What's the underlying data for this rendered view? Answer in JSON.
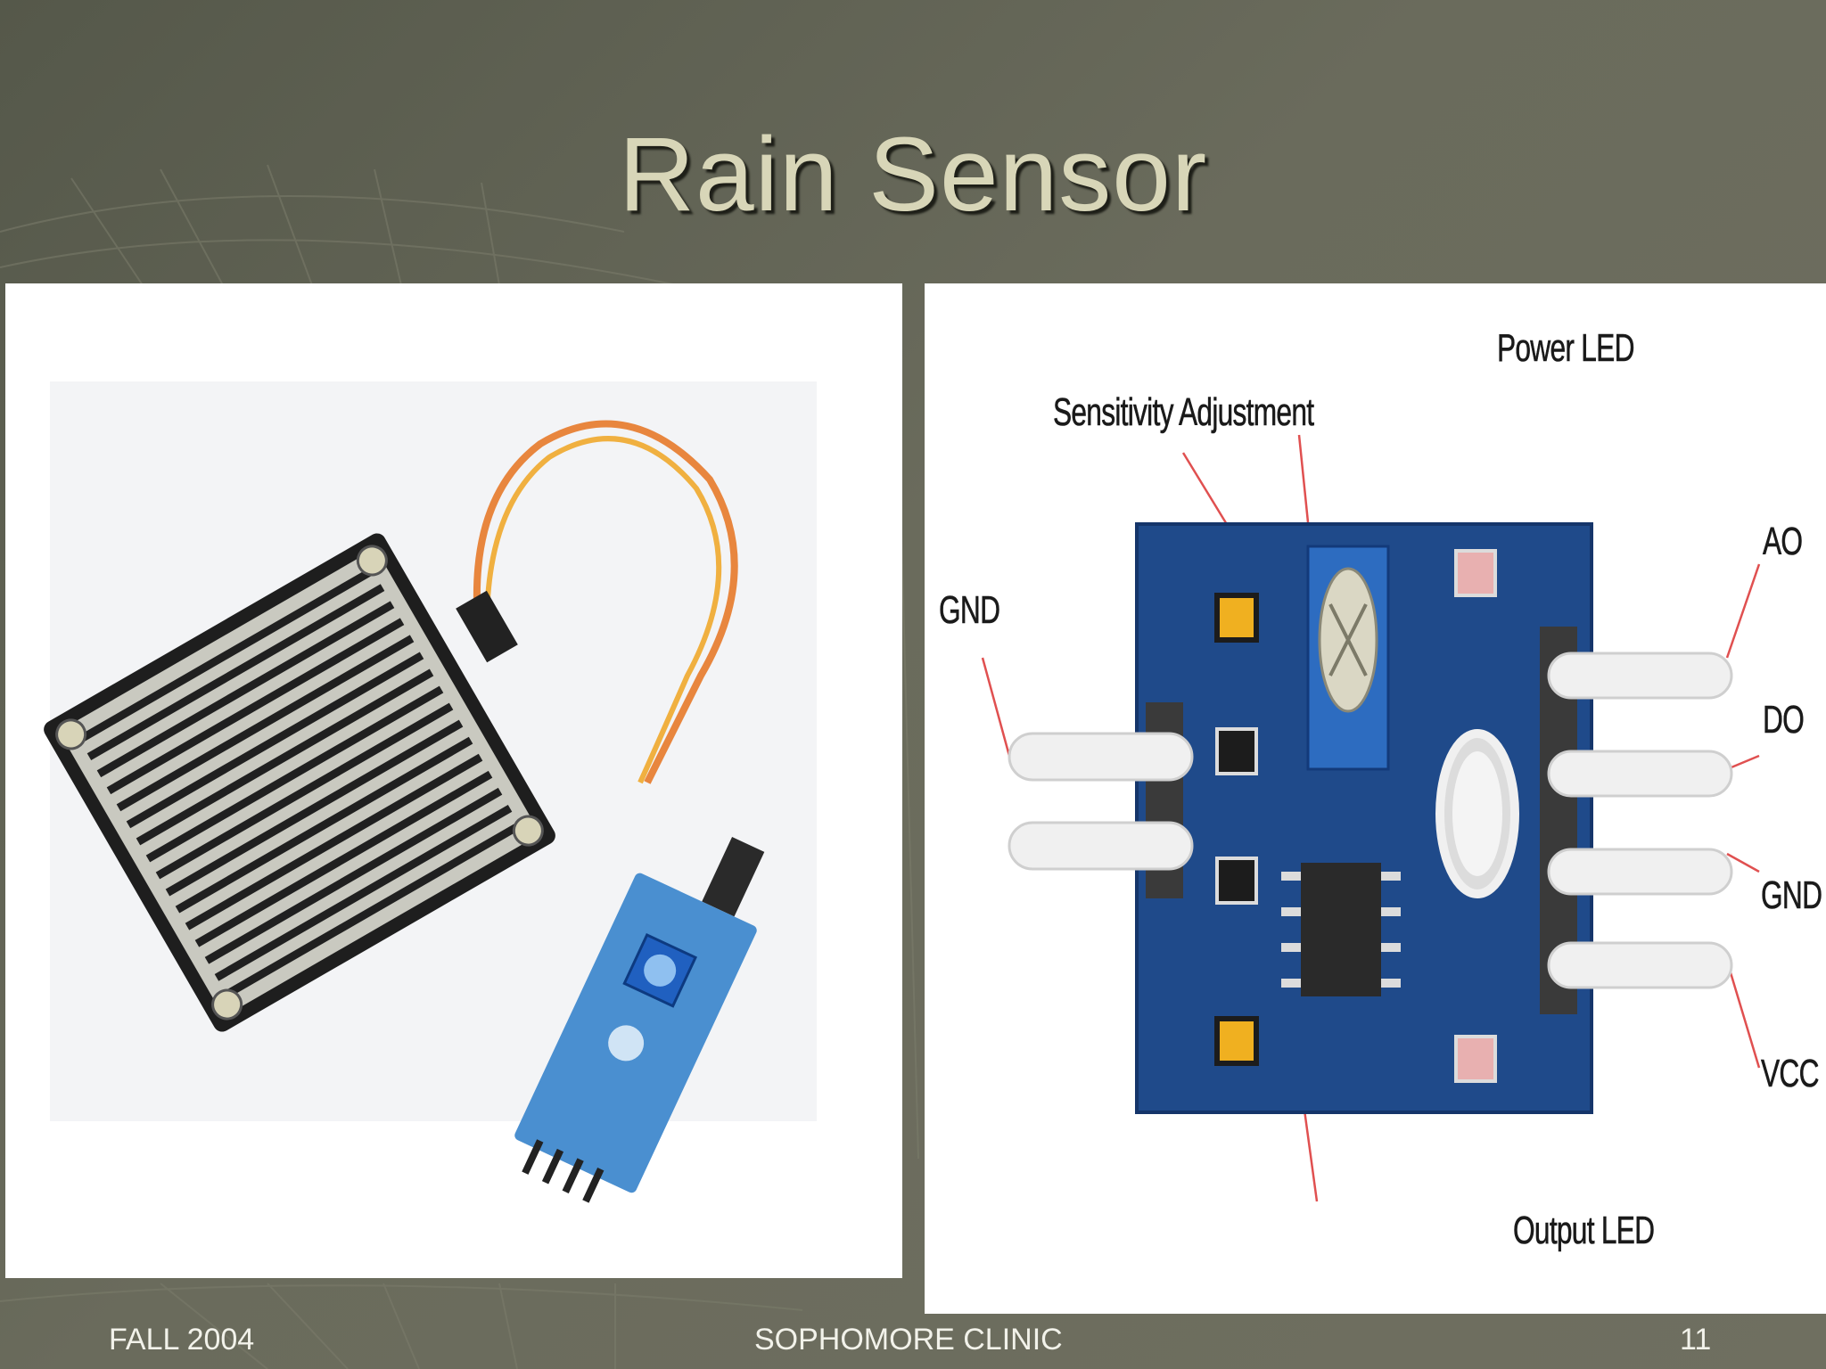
{
  "slide": {
    "title": "Rain Sensor",
    "footer_left": "FALL 2004",
    "footer_center": "SOPHOMORE CLINIC",
    "footer_right": "11"
  },
  "diagram": {
    "labels": {
      "power_led": "Power LED",
      "sensitivity": "Sensitivity Adjustment",
      "gnd_left": "GND",
      "ao": "AO",
      "do": "DO",
      "gnd_right": "GND",
      "vcc": "VCC",
      "output_led": "Output LED"
    }
  },
  "colors": {
    "board_blue": "#1f4a8a",
    "pin_dark": "#3a3a3a",
    "led_amber": "#f0b020",
    "led_pink": "#e8b0b0",
    "label_line": "#e05050"
  }
}
